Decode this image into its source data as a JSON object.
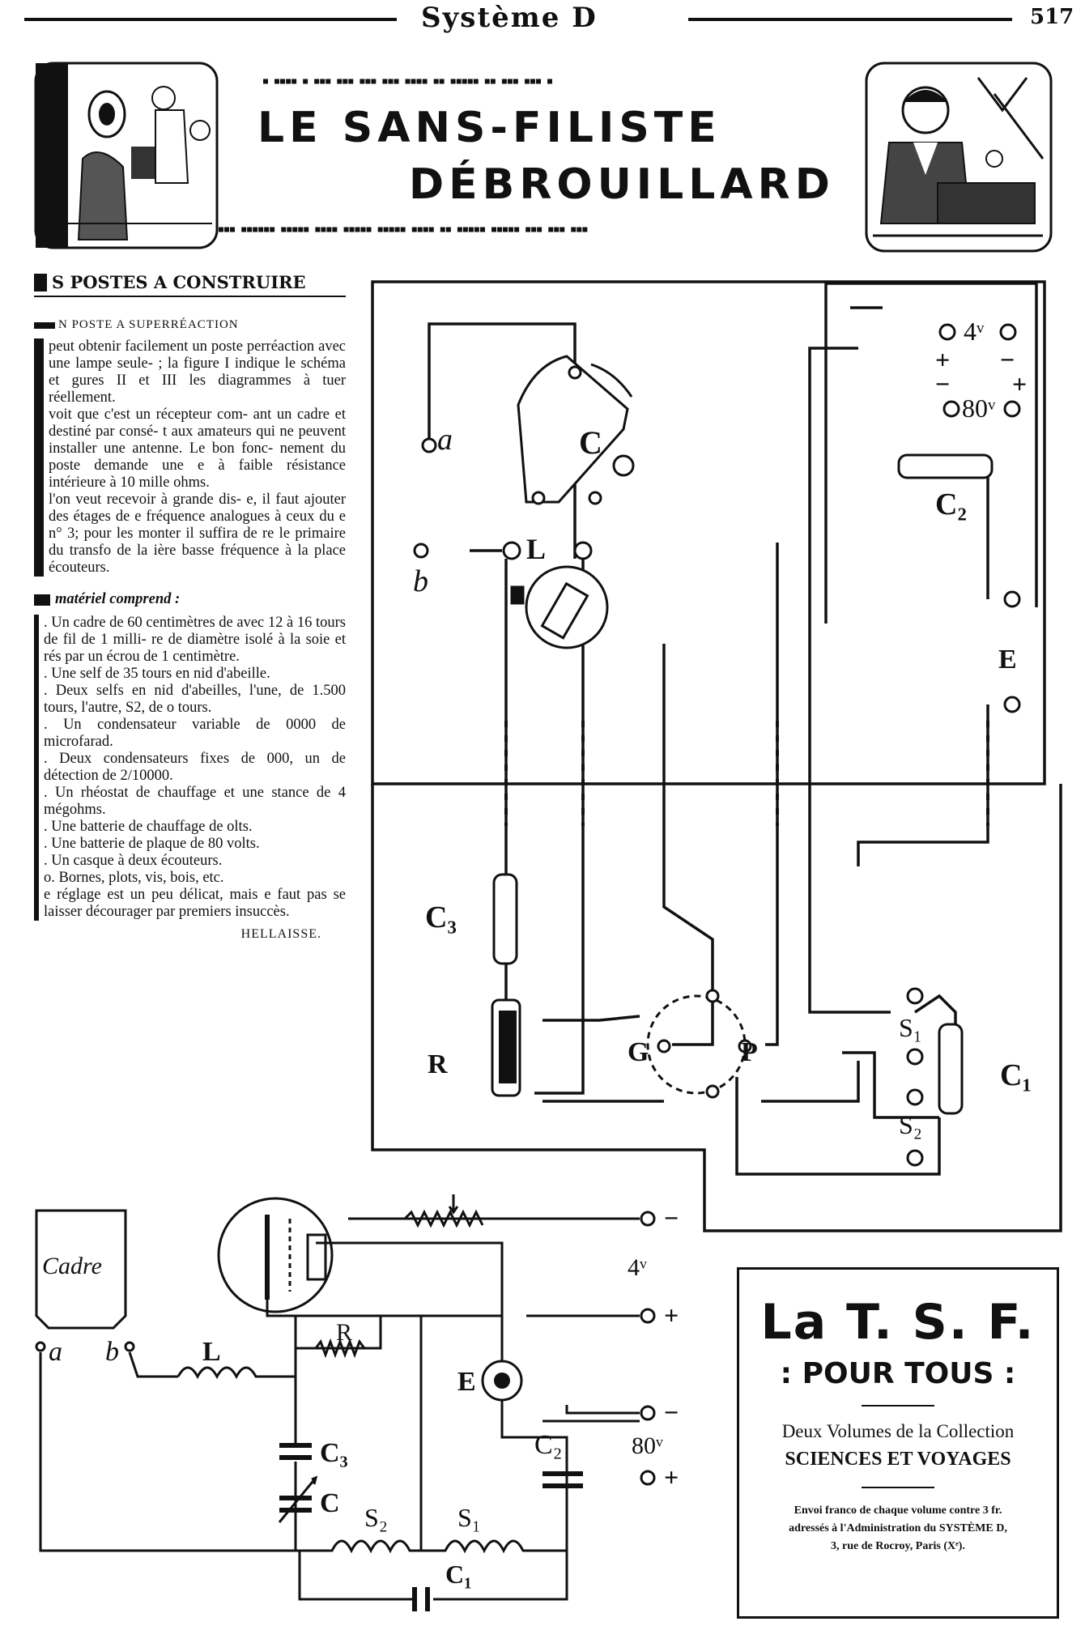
{
  "header": {
    "title": "Système D",
    "page_number": "517"
  },
  "banner": {
    "line1": "LE SANS-FILISTE",
    "line2": "DÉBROUILLARD"
  },
  "article": {
    "section_title": "S POSTES A CONSTRUIRE",
    "subtitle": "N POSTE A SUPERRÉACTION",
    "paragraphs": [
      "peut obtenir facilement un poste perréaction avec une lampe seule- ; la figure I indique le schéma et gures II et III les diagrammes à tuer réellement.",
      "voit que c'est un récepteur com- ant un cadre et destiné par consé- t aux amateurs qui ne peuvent installer une antenne. Le bon fonc- nement du poste demande une e à faible résistance intérieure à 10 mille ohms.",
      "l'on veut recevoir à grande dis- e, il faut ajouter des étages de e fréquence analogues à ceux du e n° 3; pour les monter il suffira de re le primaire du transfo de la ière basse fréquence à la place écouteurs."
    ],
    "materials_heading": "matériel comprend :",
    "materials": [
      ". Un cadre de 60 centimètres de avec 12 à 16 tours de fil de 1 milli- re de diamètre isolé à la soie et rés par un écrou de 1 centimètre.",
      ". Une self de 35 tours en nid d'abeille.",
      ". Deux selfs en nid d'abeilles, l'une, de 1.500 tours, l'autre, S2, de o tours.",
      ". Un condensateur variable de 0000 de microfarad.",
      ". Deux condensateurs fixes de 000, un de détection de 2/10000.",
      ". Un rhéostat de chauffage et une stance de 4 mégohms.",
      ". Une batterie de chauffage de olts.",
      ". Une batterie de plaque de 80 volts.",
      ". Un casque à deux écouteurs.",
      "o. Bornes, plots, vis, bois, etc."
    ],
    "closing": "e réglage est un peu délicat, mais e faut pas se laisser décourager par premiers insuccès.",
    "author": "HELLAISSE."
  },
  "diagram": {
    "labels": {
      "a": "a",
      "b": "b",
      "L": "L",
      "C": "C",
      "C2": "C₂",
      "C3": "C₃",
      "C1": "C₁",
      "R": "R",
      "G": "G",
      "P": "P",
      "E": "E",
      "S1": "S₁",
      "S2": "S₂",
      "v4": "4ᵛ",
      "v80": "80ᵛ",
      "plus": "+",
      "minus": "−"
    }
  },
  "schematic": {
    "labels": {
      "cadre": "Cadre",
      "a": "a",
      "b": "b",
      "L": "L",
      "C3": "C₃",
      "C": "C",
      "R": "R",
      "E": "E",
      "C2": "C₂",
      "S2": "S₂",
      "S1": "S₁",
      "C1": "C₁",
      "v4": "4ᵛ",
      "v80": "80ᵛ",
      "plus": "+",
      "minus": "−"
    }
  },
  "advert": {
    "title": "La T. S. F.",
    "subtitle": ": POUR TOUS :",
    "line1": "Deux Volumes de la Collection",
    "line2": "SCIENCES ET VOYAGES",
    "note1": "Envoi franco de chaque volume contre 3 fr.",
    "note2": "adressés à l'Administration du SYSTÈME D,",
    "note3": "3, rue de Rocroy, Paris (Xᵉ)."
  }
}
